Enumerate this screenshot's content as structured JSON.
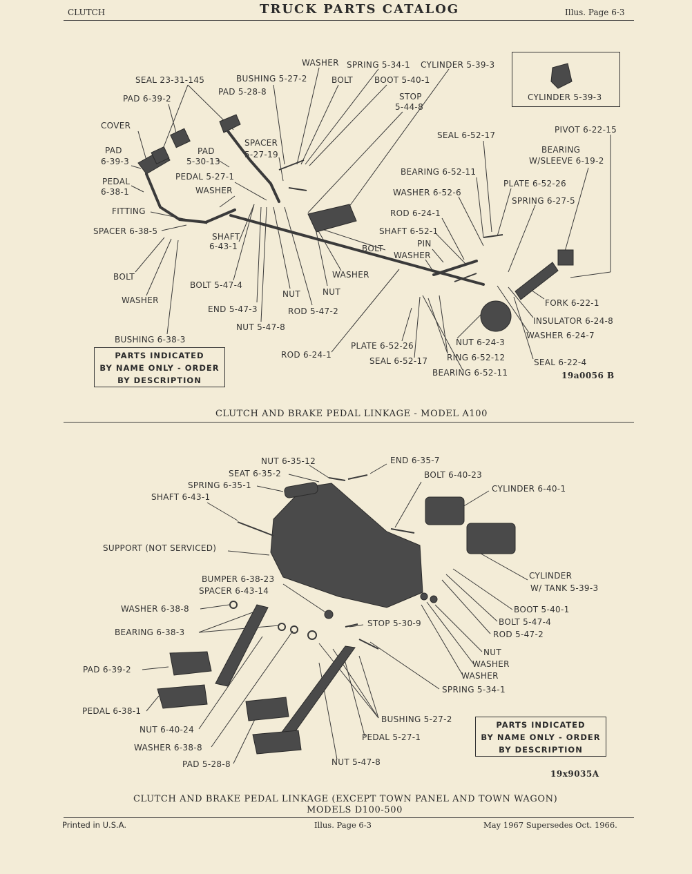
{
  "header": {
    "section": "CLUTCH",
    "title": "TRUCK PARTS CATALOG",
    "page": "Illus. Page 6-3"
  },
  "figure_top": {
    "inset_label": "CYLINDER 5-39-3",
    "labels": {
      "washer_top": "WASHER",
      "spring_5_34_1": "SPRING 5-34-1",
      "cylinder_5_39_3": "CYLINDER 5-39-3",
      "seal_23_31_145": "SEAL 23-31-145",
      "bushing_5_27_2": "BUSHING 5-27-2",
      "bolt_top": "BOLT",
      "boot_5_40_1": "BOOT 5-40-1",
      "pad_5_28_8": "PAD 5-28-8",
      "stop_a": "STOP",
      "stop_b": "5-44-8",
      "pad_6_39_2": "PAD 6-39-2",
      "cover": "COVER",
      "spacer_a": "SPACER",
      "spacer_b": "5-27-19",
      "seal_6_52_17_top": "SEAL 6-52-17",
      "pivot_6_22_15": "PIVOT 6-22-15",
      "pad_6_39_3_a": "PAD",
      "pad_6_39_3_b": "6-39-3",
      "pad_5_30_13_a": "PAD",
      "pad_5_30_13_b": "5-30-13",
      "bearing_sleeve_a": "BEARING",
      "bearing_sleeve_b": "W/SLEEVE 6-19-2",
      "bearing_6_52_11_top": "BEARING 6-52-11",
      "pedal_6_38_1_a": "PEDAL",
      "pedal_6_38_1_b": "6-38-1",
      "pedal_5_27_1": "PEDAL 5-27-1",
      "plate_6_52_26_top": "PLATE 6-52-26",
      "washer_mid": "WASHER",
      "washer_6_52_6": "WASHER 6-52-6",
      "spring_6_27_5": "SPRING 6-27-5",
      "fitting": "FITTING",
      "rod_6_24_1_top": "ROD 6-24-1",
      "spacer_6_38_5": "SPACER 6-38-5",
      "shaft_6_52_1": "SHAFT 6-52-1",
      "shaft_6_43_1_a": "SHAFT",
      "shaft_6_43_1_b": "6-43-1",
      "pin": "PIN",
      "bolt_right": "BOLT",
      "washer_pin": "WASHER",
      "bolt_left": "BOLT",
      "washer_right": "WASHER",
      "bolt_5_47_4": "BOLT 5-47-4",
      "nut_mid": "NUT",
      "nut_right": "NUT",
      "washer_left": "WASHER",
      "fork_6_22_1": "FORK 6-22-1",
      "end_5_47_3": "END 5-47-3",
      "rod_5_47_2": "ROD 5-47-2",
      "insulator_6_24_8": "INSULATOR 6-24-8",
      "nut_5_47_8": "NUT 5-47-8",
      "washer_6_24_7": "WASHER 6-24-7",
      "bushing_6_38_3": "BUSHING 6-38-3",
      "nut_6_24_3": "NUT 6-24-3",
      "plate_6_52_26_bot": "PLATE 6-52-26",
      "ring_6_52_12": "RING 6-52-12",
      "seal_6_22_4": "SEAL 6-22-4",
      "rod_6_24_1_bot": "ROD 6-24-1",
      "seal_6_52_17_bot": "SEAL 6-52-17",
      "bearing_6_52_11_bot": "BEARING 6-52-11"
    },
    "notice": [
      "PARTS INDICATED",
      "BY NAME ONLY - ORDER",
      "BY DESCRIPTION"
    ],
    "ref_code": "19a0056 B",
    "caption": "CLUTCH AND BRAKE PEDAL LINKAGE - MODEL A100"
  },
  "figure_bottom": {
    "labels": {
      "nut_6_35_12": "NUT 6-35-12",
      "end_6_35_7": "END 6-35-7",
      "seat_6_35_2": "SEAT 6-35-2",
      "bolt_6_40_23": "BOLT 6-40-23",
      "spring_6_35_1": "SPRING 6-35-1",
      "cylinder_6_40_1": "CYLINDER 6-40-1",
      "shaft_6_43_1": "SHAFT 6-43-1",
      "support": "SUPPORT (NOT SERVICED)",
      "cylinder_tank_a": "CYLINDER",
      "cylinder_tank_b": "W/ TANK 5-39-3",
      "bumper_6_38_23": "BUMPER 6-38-23",
      "spacer_6_43_14": "SPACER 6-43-14",
      "boot_5_40_1": "BOOT 5-40-1",
      "washer_6_38_8_top": "WASHER 6-38-8",
      "bolt_5_47_4": "BOLT 5-47-4",
      "stop_5_30_9": "STOP 5-30-9",
      "bearing_6_38_3": "BEARING 6-38-3",
      "rod_5_47_2": "ROD 5-47-2",
      "nut": "NUT",
      "washer_a": "WASHER",
      "washer_b": "WASHER",
      "pad_6_39_2": "PAD 6-39-2",
      "spring_5_34_1": "SPRING 5-34-1",
      "pedal_6_38_1": "PEDAL 6-38-1",
      "bushing_5_27_2": "BUSHING 5-27-2",
      "nut_6_40_24": "NUT 6-40-24",
      "pedal_5_27_1": "PEDAL 5-27-1",
      "washer_6_38_8_bot": "WASHER 6-38-8",
      "pad_5_28_8": "PAD 5-28-8",
      "nut_5_47_8": "NUT 5-47-8"
    },
    "notice": [
      "PARTS INDICATED",
      "BY NAME ONLY - ORDER",
      "BY DESCRIPTION"
    ],
    "ref_code": "19x9035A",
    "caption_line1": "CLUTCH AND BRAKE PEDAL LINKAGE (EXCEPT TOWN PANEL AND TOWN WAGON)",
    "caption_line2": "MODELS D100-500"
  },
  "footer": {
    "left": "Printed in U.S.A.",
    "center": "Illus. Page 6-3",
    "right": "May 1967 Supersedes Oct. 1966."
  },
  "colors": {
    "paper": "#f3ecd7",
    "ink": "#2b2b2b",
    "part": "#4a4a4a"
  }
}
